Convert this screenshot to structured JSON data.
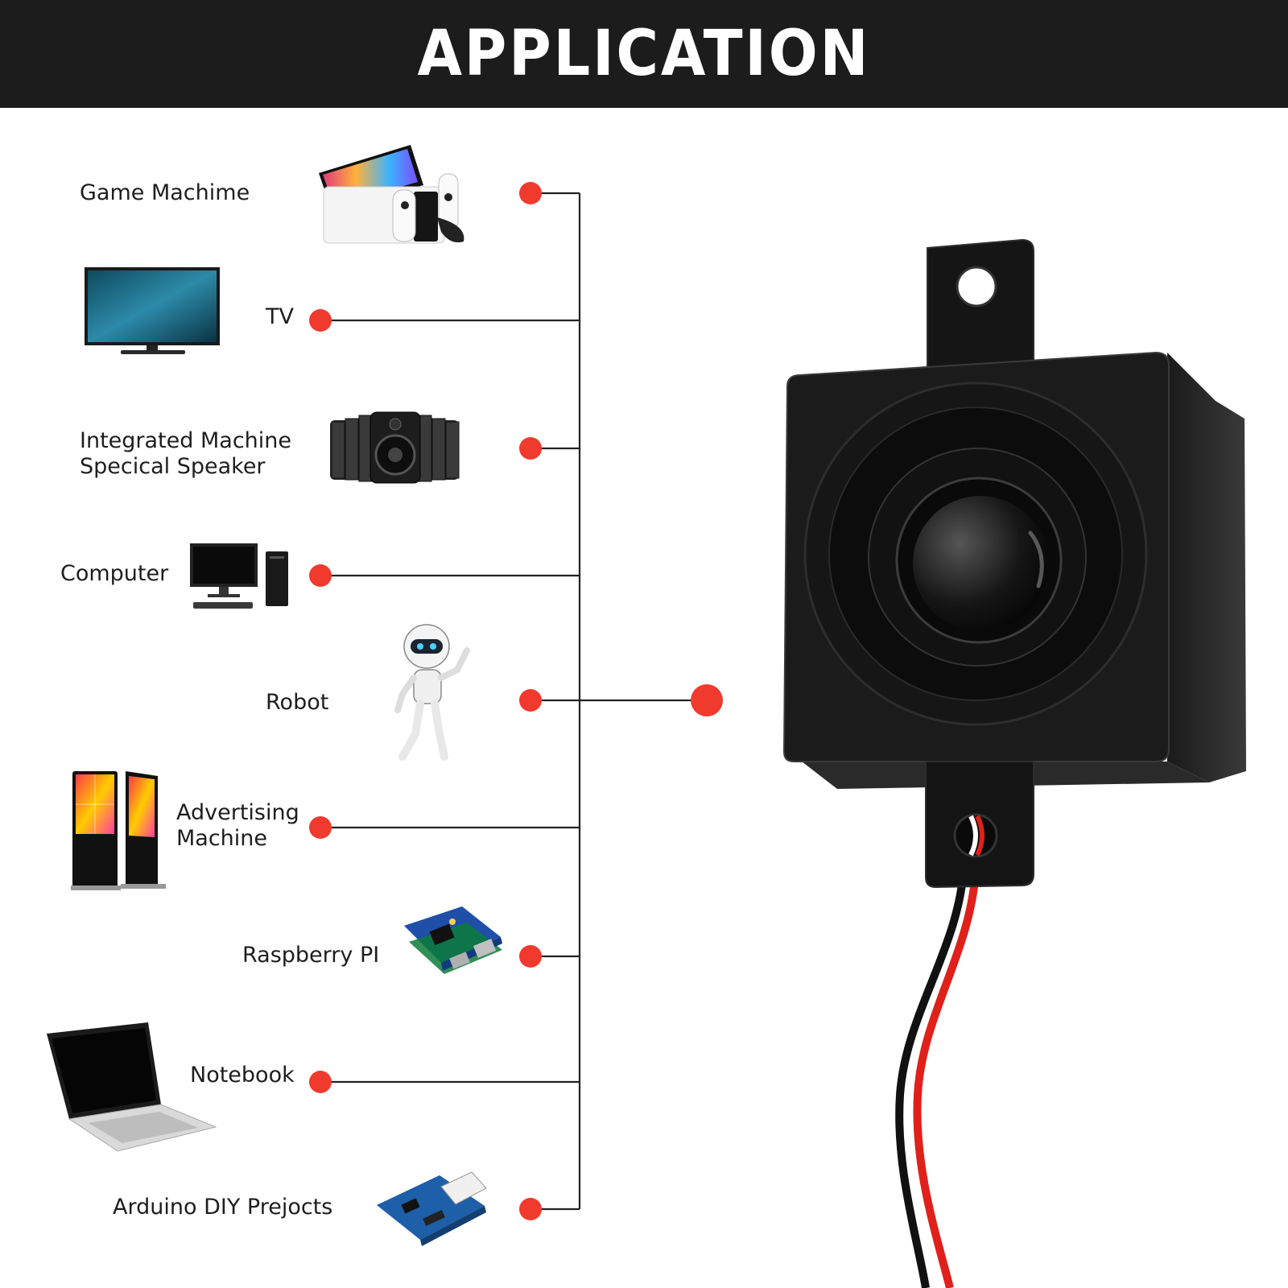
{
  "title": "APPLICATION",
  "applications": [
    {
      "label": "Game Machime",
      "icon": "game-console-icon"
    },
    {
      "label": "TV",
      "icon": "tv-icon"
    },
    {
      "label": "Integrated Machine\nSpecical Speaker",
      "icon": "speaker-array-icon"
    },
    {
      "label": "Computer",
      "icon": "desktop-computer-icon"
    },
    {
      "label": "Robot",
      "icon": "robot-icon"
    },
    {
      "label": "Advertising\nMachine",
      "icon": "advertising-kiosk-icon"
    },
    {
      "label": "Raspberry PI",
      "icon": "raspberry-pi-board-icon"
    },
    {
      "label": "Notebook",
      "icon": "laptop-icon"
    },
    {
      "label": "Arduino DIY Prejocts",
      "icon": "arduino-board-icon"
    }
  ],
  "colors": {
    "banner": "#1c1c1c",
    "dot": "#f03a2e",
    "line": "#222222",
    "wire_red": "#e0201a",
    "wire_black": "#111111"
  },
  "product": "speaker-with-wires"
}
